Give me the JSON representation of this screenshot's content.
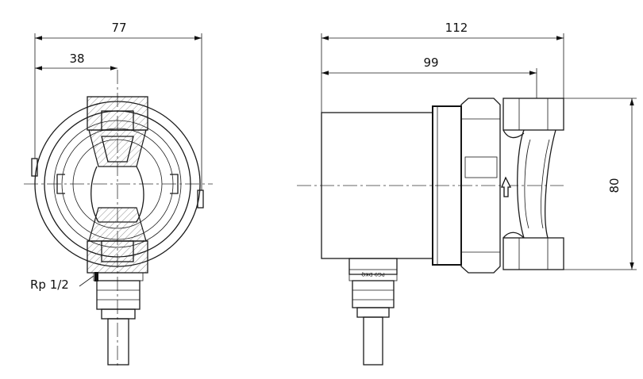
{
  "dimensions": {
    "left_view": {
      "overall_width": "77",
      "half_width": "38",
      "thread": "Rp 1/2"
    },
    "right_view": {
      "overall_length": "112",
      "body_length": "99",
      "port_distance": "80"
    }
  },
  "cable_gland_label": "PG9 DKQ"
}
